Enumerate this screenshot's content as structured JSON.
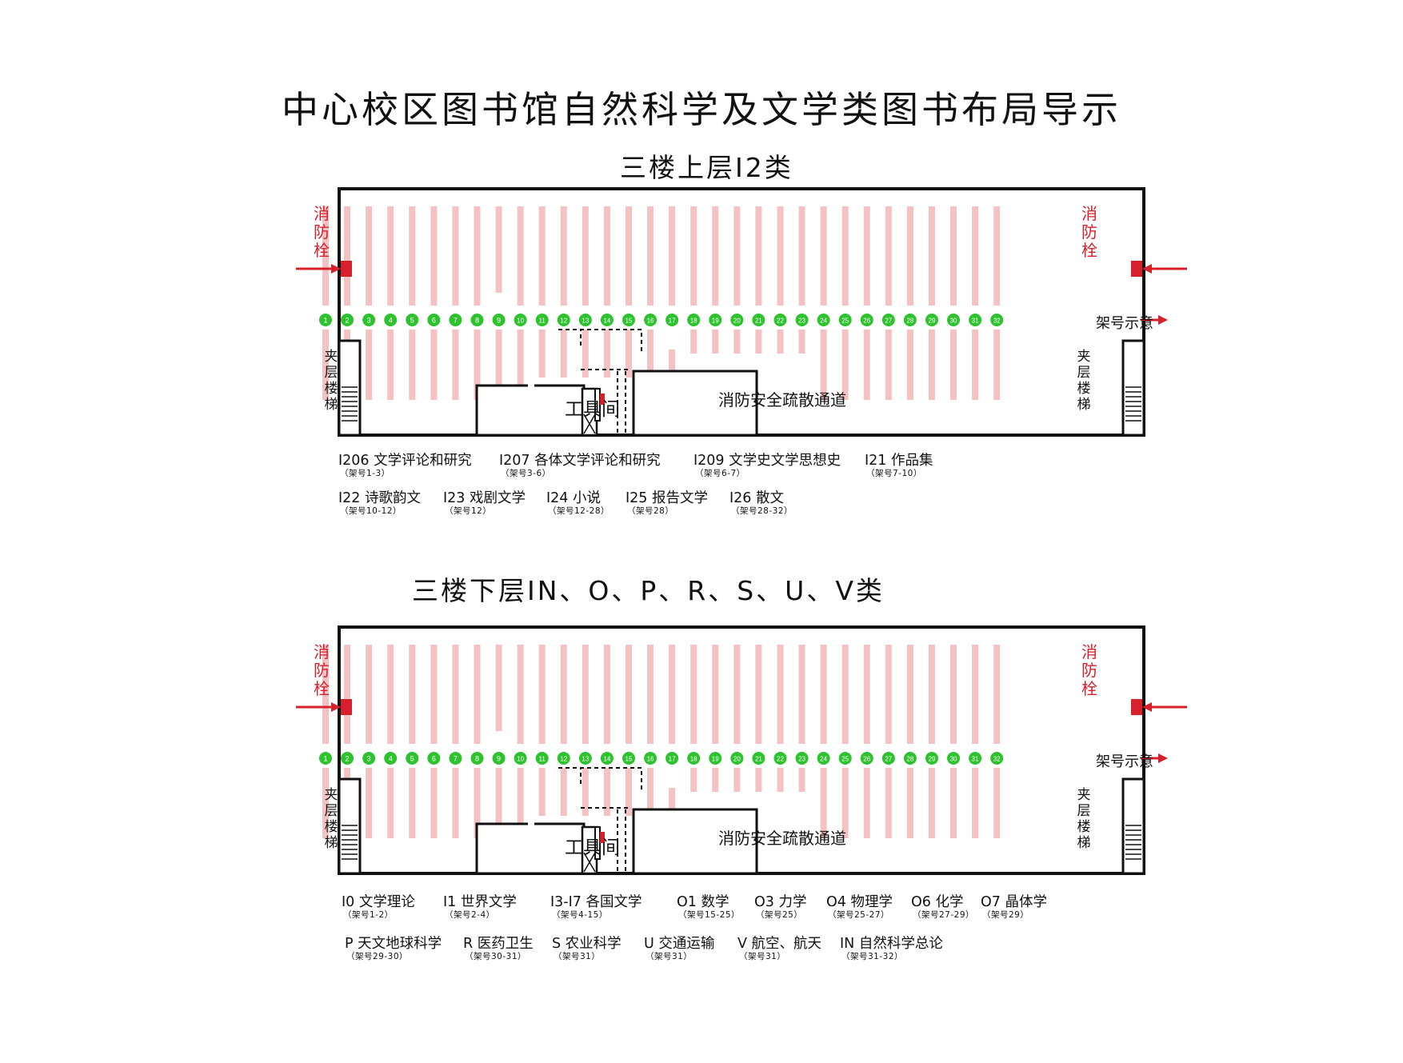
{
  "title": "中心校区图书馆自然科学及文学类图书布局导示",
  "colors": {
    "shelf": "#f4c2c2",
    "marker": "#2ec22e",
    "accent": "#d6202b",
    "wall": "#111111"
  },
  "labels": {
    "hydrant": "消防栓",
    "stairs": "夹层楼梯",
    "shelf_note": "架号示意",
    "tool_room": "工具间",
    "evac": "消防安全疏散通道"
  },
  "shelf_numbers": [
    "1",
    "2",
    "3",
    "4",
    "5",
    "6",
    "7",
    "8",
    "9",
    "10",
    "11",
    "12",
    "13",
    "14",
    "15",
    "16",
    "17",
    "18",
    "19",
    "20",
    "21",
    "22",
    "23",
    "24",
    "25",
    "26",
    "27",
    "28",
    "29",
    "30",
    "31",
    "32"
  ],
  "floors": [
    {
      "title": "三楼上层I2类",
      "legend": [
        [
          {
            "cat": "I206 文学评论和研究",
            "range": "（架号1-3）"
          },
          {
            "cat": "I207 各体文学评论和研究",
            "range": "（架号3-6）"
          },
          {
            "cat": "I209 文学史文学思想史",
            "range": "（架号6-7）"
          },
          {
            "cat": "I21 作品集",
            "range": "（架号7-10）"
          }
        ],
        [
          {
            "cat": "I22 诗歌韵文",
            "range": "（架号10-12）"
          },
          {
            "cat": "I23 戏剧文学",
            "range": "（架号12）"
          },
          {
            "cat": "I24 小说",
            "range": "（架号12-28）"
          },
          {
            "cat": "I25 报告文学",
            "range": "（架号28）"
          },
          {
            "cat": "I26 散文",
            "range": "（架号28-32）"
          }
        ]
      ]
    },
    {
      "title": "三楼下层IN、O、P、R、S、U、V类",
      "legend": [
        [
          {
            "cat": "I0 文学理论",
            "range": "（架号1-2）"
          },
          {
            "cat": "I1 世界文学",
            "range": "（架号2-4）"
          },
          {
            "cat": "I3-I7 各国文学",
            "range": "（架号4-15）"
          },
          {
            "cat": "O1 数学",
            "range": "（架号15-25）"
          },
          {
            "cat": "O3 力学",
            "range": "（架号25）"
          },
          {
            "cat": "O4 物理学",
            "range": "（架号25-27）"
          },
          {
            "cat": "O6 化学",
            "range": "（架号27-29）"
          },
          {
            "cat": "O7 晶体学",
            "range": "（架号29）"
          }
        ],
        [
          {
            "cat": "P 天文地球科学",
            "range": "（架号29-30）"
          },
          {
            "cat": "R 医药卫生",
            "range": "（架号30-31）"
          },
          {
            "cat": "S 农业科学",
            "range": "（架号31）"
          },
          {
            "cat": "U 交通运输",
            "range": "（架号31）"
          },
          {
            "cat": "V 航空、航天",
            "range": "（架号31）"
          },
          {
            "cat": "IN 自然科学总论",
            "range": "（架号31-32）"
          }
        ]
      ]
    }
  ]
}
